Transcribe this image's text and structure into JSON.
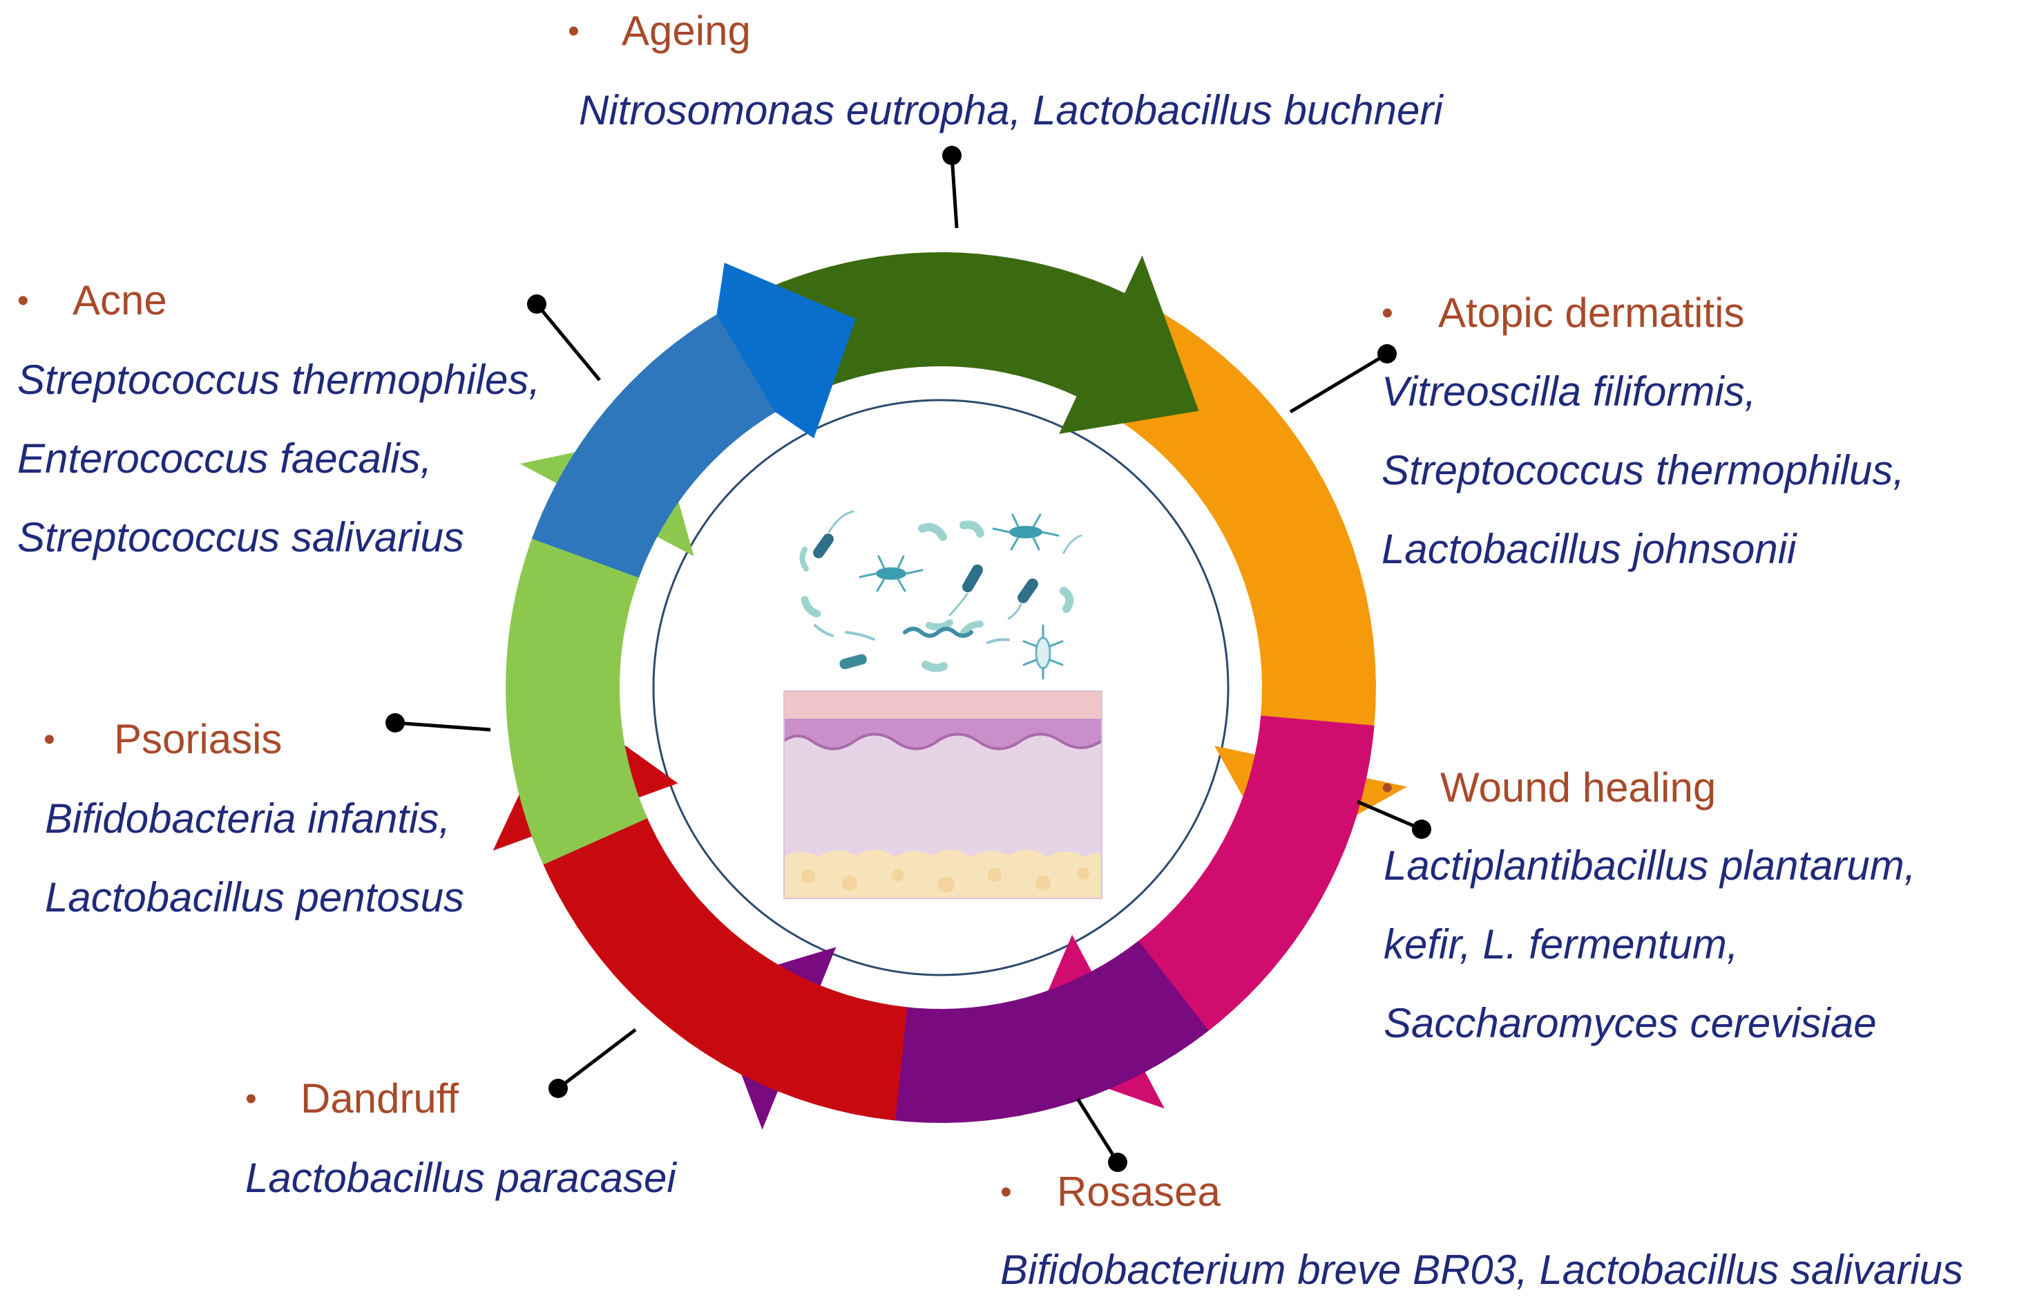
{
  "colors": {
    "condition": "#A84A2A",
    "species": "#1F2A7A",
    "arc_green": "#3B6B10",
    "arc_orange": "#F59A0B",
    "arc_magenta": "#D10C6F",
    "arc_purple": "#7A0A80",
    "arc_red": "#C80A10",
    "arc_lightgreen": "#8CC84E",
    "arc_blue": "#2E77BC",
    "arrowhead_blue": "#0A6FCC"
  },
  "bullet_symbol": "•",
  "center_icon": "skin-microbiome-icon",
  "conditions": [
    {
      "id": "ageing",
      "name": "Ageing",
      "species": [
        "Nitrosomonas eutropha, Lactobacillus buchneri"
      ]
    },
    {
      "id": "atopic-dermatitis",
      "name": "Atopic dermatitis",
      "species": [
        "Vitreoscilla filiformis,",
        "Streptococcus thermophilus,",
        "Lactobacillus johnsonii"
      ]
    },
    {
      "id": "wound-healing",
      "name": "Wound healing",
      "species": [
        "Lactiplantibacillus plantarum,",
        "kefir, L. fermentum,",
        "Saccharomyces cerevisiae"
      ]
    },
    {
      "id": "rosasea",
      "name": "Rosasea",
      "species": [
        "Bifidobacterium breve BR03, Lactobacillus salivarius"
      ]
    },
    {
      "id": "dandruff",
      "name": "Dandruff",
      "species": [
        "Lactobacillus paracasei"
      ]
    },
    {
      "id": "psoriasis",
      "name": "Psoriasis",
      "species": [
        "Bifidobacteria infantis,",
        "Lactobacillus pentosus"
      ]
    },
    {
      "id": "acne",
      "name": "Acne",
      "species": [
        "Streptococcus thermophiles,",
        "Enterococcus faecalis,",
        "Streptococcus salivarius"
      ]
    }
  ]
}
